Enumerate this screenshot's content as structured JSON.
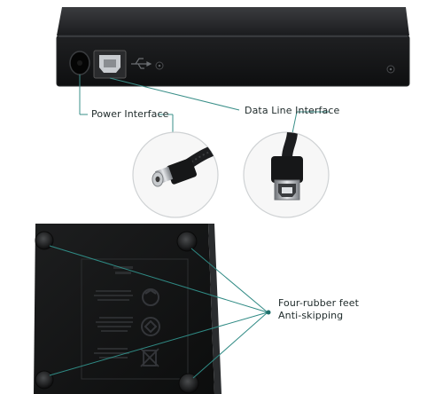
{
  "labels": {
    "power_interface": "Power Interface",
    "data_line_interface": "Data Line Interface",
    "feet_line1": "Four-rubber feet",
    "feet_line2": "Anti-skipping"
  },
  "colors": {
    "device_body": "#161718",
    "device_edge": "#2a2c2e",
    "callout_line": "#2f8a84",
    "text": "#1e2a2a",
    "usb_port": "#c9ccd0"
  },
  "icons": [
    "dc-power-jack",
    "usb-b-port",
    "usb-symbol",
    "rubber-foot",
    "recycle-symbol",
    "weee-bin-symbol",
    "plug-connector"
  ]
}
